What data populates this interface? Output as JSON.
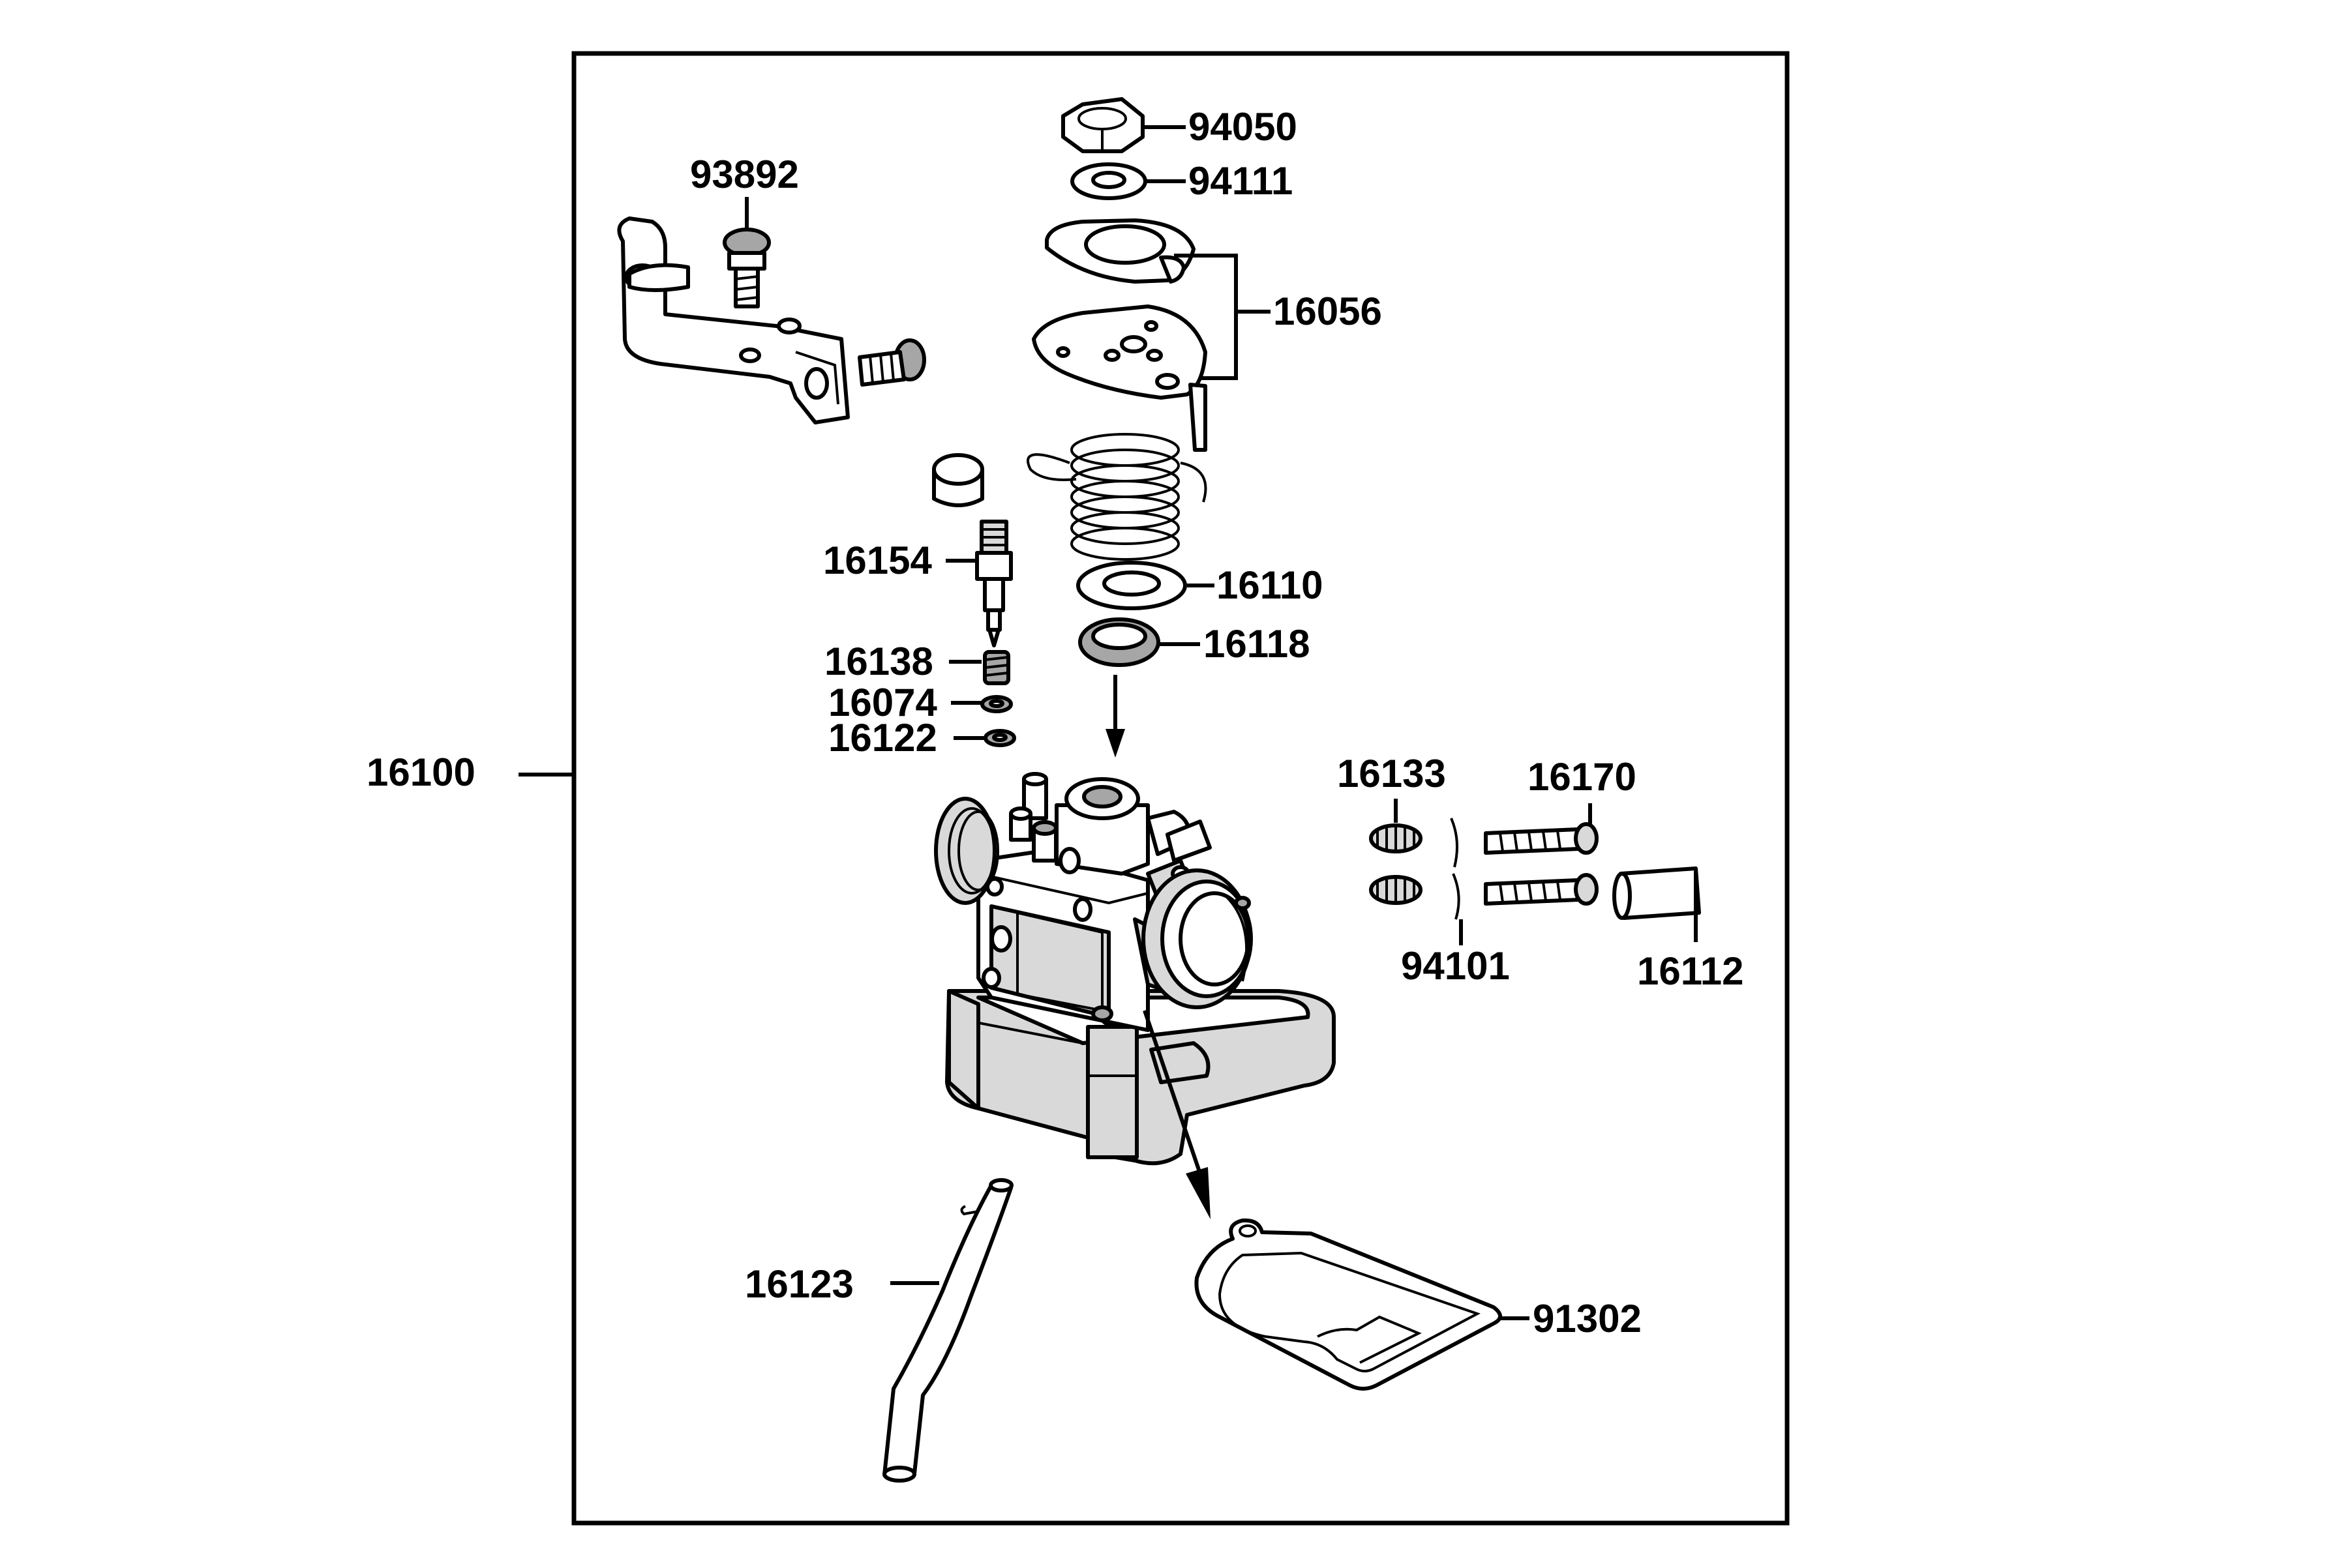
{
  "labels": {
    "p94050": "94050",
    "p94111": "94111",
    "p93892": "93892",
    "p16056": "16056",
    "p16154": "16154",
    "p16110": "16110",
    "p16118": "16118",
    "p16138": "16138",
    "p16074": "16074",
    "p16122": "16122",
    "p16100": "16100",
    "p16133": "16133",
    "p16170": "16170",
    "p94101": "94101",
    "p16112": "16112",
    "p16123": "16123",
    "p91302": "91302"
  },
  "colors": {
    "line": "#000000",
    "background": "#ffffff",
    "shade": "#d9d9d9",
    "dark_shade": "#a6a6a6"
  }
}
